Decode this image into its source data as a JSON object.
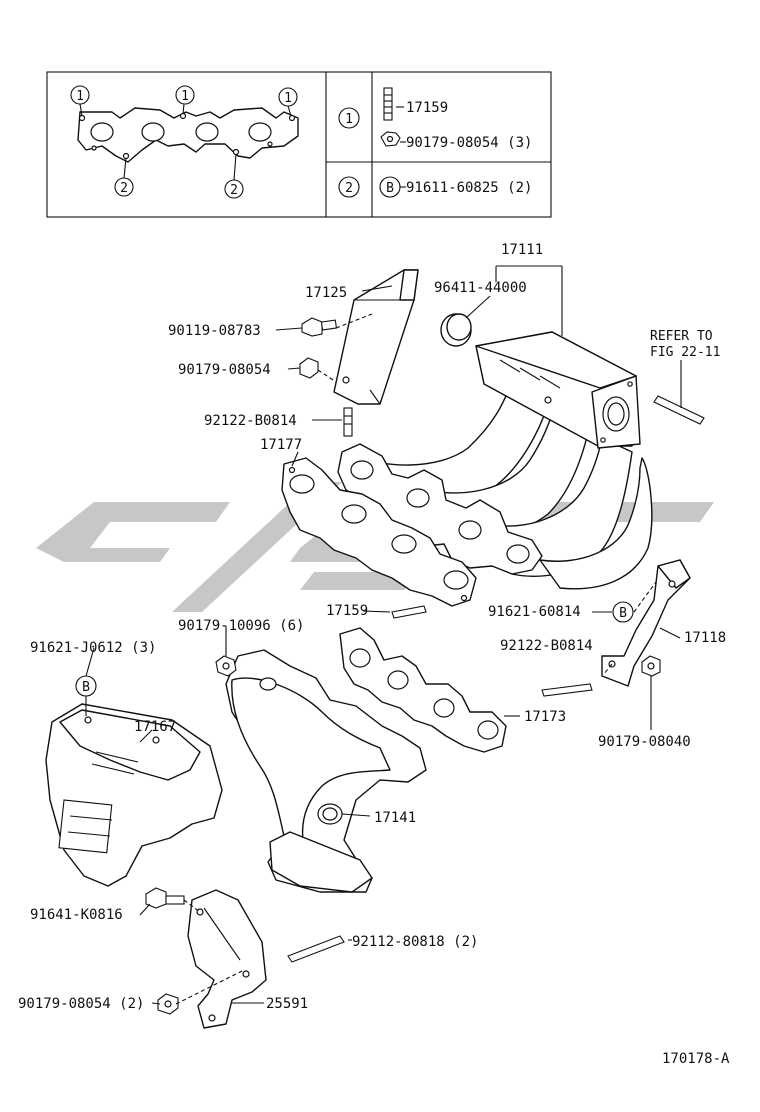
{
  "legend": {
    "gasket_marks": {
      "one": "1",
      "two": "2"
    },
    "row1": {
      "mark": "1",
      "stud": "17159",
      "nut": "90179-08054 (3)"
    },
    "row2": {
      "mark": "2",
      "bolt_symbol": "B",
      "bolt": "91611-60825 (2)"
    }
  },
  "labels": {
    "p17111": "17111",
    "p17125": "17125",
    "p96411": "96411-44000",
    "p90119": "90119-08783",
    "p90179_a": "90179-08054",
    "refer_1": "REFER TO",
    "refer_2": "FIG 22-11",
    "p92122_a": "92122-B0814",
    "p17177": "17177",
    "p17159": "17159",
    "p91621_b": "91621-60814",
    "p91621_b_sym": "B",
    "p90179_1": "90179-10096 (6)",
    "p91621_j": "91621-J0612 (3)",
    "p91621_j_sym": "B",
    "p17118": "17118",
    "p92122_b": "92122-B0814",
    "p17167": "17167",
    "p17173": "17173",
    "p90179_08040": "90179-08040",
    "p17141": "17141",
    "p91641": "91641-K0816",
    "p92112": "92112-80818 (2)",
    "p90179_b": "90179-08054 (2)",
    "p25591": "25591"
  },
  "figure_id": "170178-A",
  "colors": {
    "line": "#111111",
    "watermark": "#bdbdbd"
  }
}
